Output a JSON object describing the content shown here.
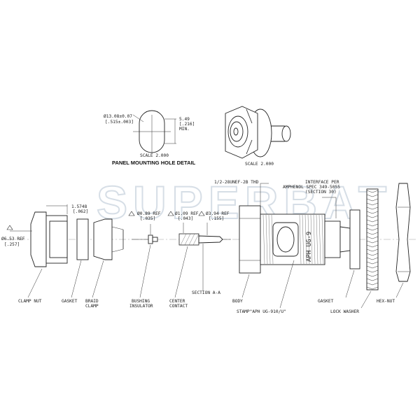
{
  "watermark": "SUPERBAT",
  "detail": {
    "title": "PANEL MOUNTING HOLE DETAIL",
    "dia": "Ø13.08±0.07",
    "dia_in": "[.515±.003]",
    "width": "5.49",
    "width_in": "[.216]",
    "width_note": "MIN.",
    "scale1": "SCALE 2.000",
    "scale2": "SCALE 2.000"
  },
  "dims": {
    "d1": "Ø6.53 REF",
    "d1_in": "[.257]",
    "d2": "1.5748",
    "d2_in": "[.062]",
    "d3": "Ø0.89 REF",
    "d3_in": "[.035]",
    "d4": "Ø1.09 REF",
    "d4_in": "[.043]",
    "d5": "Ø3.94 REF",
    "d5_in": "[.155]",
    "thread": "1/2-28UNEF-2B THD",
    "iface1": "INTERFACE PER",
    "iface2": "AMPHENOL SPEC 349-5055",
    "iface3": "(SECTION 30)",
    "stamp_body": "APH UG-9"
  },
  "labels": {
    "clamp_nut": "CLAMP NUT",
    "gasket1": "GASKET",
    "braid1": "BRAID",
    "braid2": "CLAMP",
    "bushing1": "BUSHING",
    "bushing2": "INSULATOR",
    "center1": "CENTER",
    "center2": "CONTACT",
    "section": "SECTION A-A",
    "body": "BODY",
    "stamp": "STAMP\"APH UG-910/U\"",
    "gasket2": "GASKET",
    "lock_washer": "LOCK WASHER",
    "hex_nut": "HEX-NUT"
  }
}
